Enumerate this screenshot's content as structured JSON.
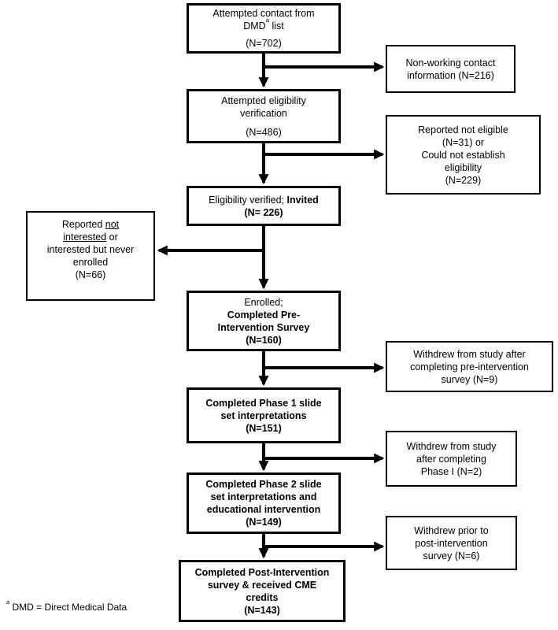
{
  "figure": {
    "kind": "study-flow-diagram",
    "line_color": "#000000",
    "box_background": "#ffffff"
  },
  "boxes": {
    "attempted_contact": {
      "lines": [
        [
          {
            "t": "Attempted contact from"
          }
        ],
        [
          {
            "t": "DMD"
          },
          {
            "t": "a",
            "sup": true
          },
          {
            "t": " list"
          }
        ],
        [],
        [
          {
            "t": "(N=702)"
          }
        ]
      ]
    },
    "non_working": {
      "lines": [
        [
          {
            "t": "Non-working contact"
          }
        ],
        [
          {
            "t": "information (N=216)"
          }
        ]
      ]
    },
    "eligibility_verification": {
      "lines": [
        [
          {
            "t": "Attempted eligibility"
          }
        ],
        [
          {
            "t": "verification"
          }
        ],
        [],
        [
          {
            "t": "(N=486)"
          }
        ]
      ]
    },
    "not_eligible": {
      "lines": [
        [
          {
            "t": "Reported not eligible"
          }
        ],
        [
          {
            "t": "(N=31) or"
          }
        ],
        [
          {
            "t": "Could not establish"
          }
        ],
        [
          {
            "t": "eligibility"
          }
        ],
        [
          {
            "t": "(N=229)"
          }
        ]
      ]
    },
    "eligibility_verified": {
      "lines": [
        [
          {
            "t": "Eligibility verified; "
          },
          {
            "t": "Invited",
            "b": true
          }
        ],
        [
          {
            "t": "(N= 226)",
            "b": true
          }
        ]
      ]
    },
    "not_interested": {
      "lines": [
        [
          {
            "t": "Reported "
          },
          {
            "t": "not",
            "u": true
          }
        ],
        [
          {
            "t": "interested",
            "u": true
          },
          {
            "t": " or"
          }
        ],
        [
          {
            "t": "interested but never"
          }
        ],
        [
          {
            "t": "enrolled"
          }
        ],
        [
          {
            "t": "(N=66)"
          }
        ]
      ]
    },
    "enrolled": {
      "lines": [
        [
          {
            "t": "Enrolled;"
          }
        ],
        [
          {
            "t": "Completed Pre-",
            "b": true
          }
        ],
        [
          {
            "t": "Intervention Survey",
            "b": true
          }
        ],
        [
          {
            "t": "(N=160)",
            "b": true
          }
        ]
      ]
    },
    "withdrew_pre": {
      "lines": [
        [
          {
            "t": "Withdrew from study after"
          }
        ],
        [
          {
            "t": "completing pre-intervention"
          }
        ],
        [
          {
            "t": "survey (N=9)"
          }
        ]
      ]
    },
    "phase1": {
      "lines": [
        [
          {
            "t": "Completed Phase 1 slide",
            "b": true
          }
        ],
        [
          {
            "t": "set interpretations",
            "b": true
          }
        ],
        [
          {
            "t": "(N=151)",
            "b": true
          }
        ]
      ]
    },
    "withdrew_phase1": {
      "lines": [
        [
          {
            "t": "Withdrew from study"
          }
        ],
        [
          {
            "t": "after completing"
          }
        ],
        [
          {
            "t": "Phase I (N=2)"
          }
        ]
      ]
    },
    "phase2": {
      "lines": [
        [
          {
            "t": "Completed Phase 2 slide",
            "b": true
          }
        ],
        [
          {
            "t": "set interpretations and",
            "b": true
          }
        ],
        [
          {
            "t": "educational intervention",
            "b": true
          }
        ],
        [
          {
            "t": "(N=149)",
            "b": true
          }
        ]
      ]
    },
    "withdrew_post": {
      "lines": [
        [
          {
            "t": "Withdrew prior to"
          }
        ],
        [
          {
            "t": "post-intervention"
          }
        ],
        [
          {
            "t": "survey (N=6)"
          }
        ]
      ]
    },
    "post_intervention": {
      "lines": [
        [
          {
            "t": "Completed Post-Intervention",
            "b": true
          }
        ],
        [
          {
            "t": "survey & received CME",
            "b": true
          }
        ],
        [
          {
            "t": "credits",
            "b": true
          }
        ],
        [
          {
            "t": "(N=143)",
            "b": true
          }
        ]
      ]
    }
  },
  "footnote": {
    "lines": [
      [
        {
          "t": "a",
          "sup": true
        },
        {
          "t": " DMD = Direct Medical Data"
        }
      ]
    ]
  }
}
